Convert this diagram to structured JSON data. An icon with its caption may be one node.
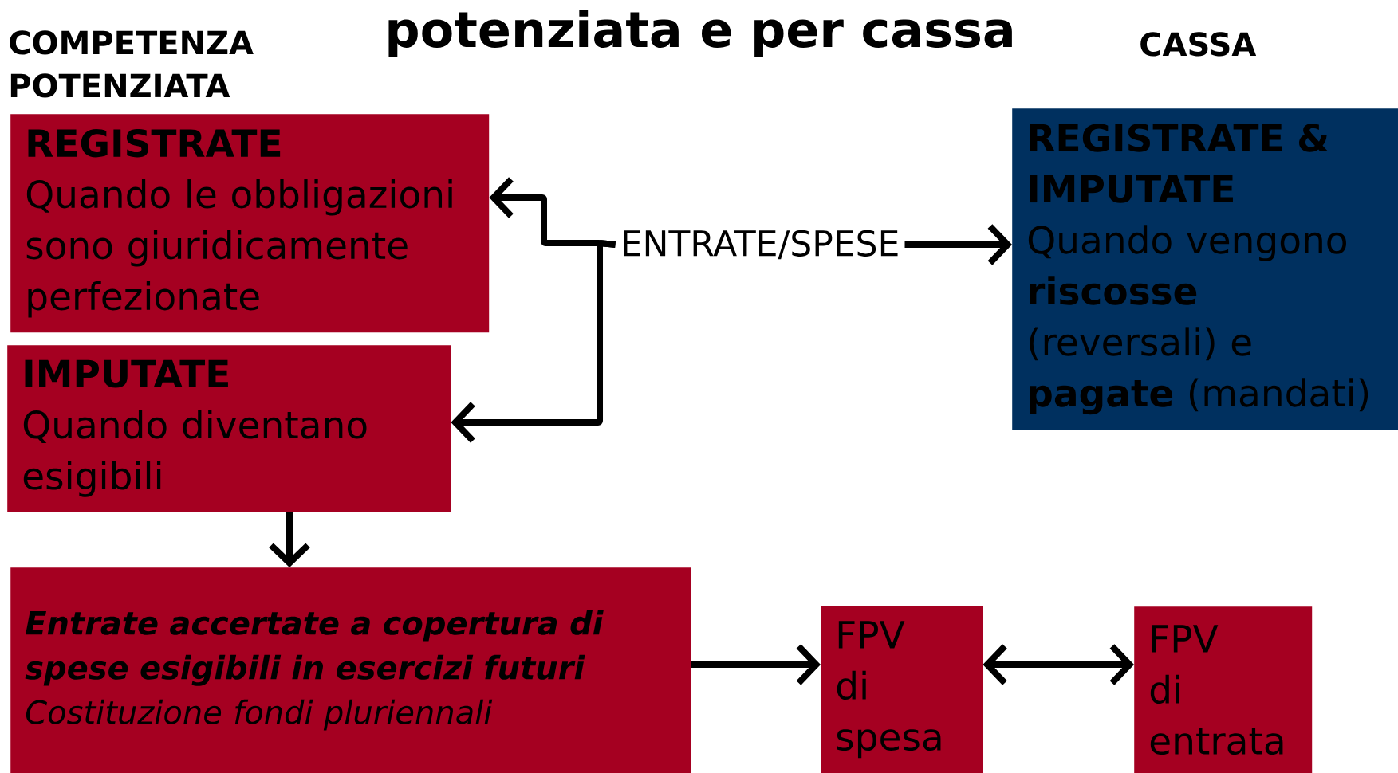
{
  "diagram": {
    "title": "potenziata e per cassa",
    "nodes": [
      {
        "text": [
          "REGISTRATE",
          "Quando le obbligazioni sono giuridicamente perfezionate"
        ]
      },
      {
        "text": [
          "IMPUTATE",
          "Quando diventano esigibili"
        ]
      },
      {
        "text": [
          "ENTRATE/SPESE"
        ]
      },
      {
        "text": [
          "REGISTRATE & IMPUTATE",
          "Quando vengono **riscosse** (reversali) e **pagate** (mandati)"
        ]
      },
      {
        "text": [
          "Entrate accertate a copertura di spese esigibili in esercizi futuri",
          "Costituzione fondi pluriennali"
        ]
      },
      {
        "text": [
          "FPV di spesa"
        ]
      },
      {
        "text": [
          "FPV di entrata"
        ]
      }
    ],
    "edges": [
      {
        "from": 2,
        "to": 0,
        "arrow": "to"
      },
      {
        "from": 2,
        "to": 1,
        "arrow": "to"
      },
      {
        "from": 2,
        "to": 3,
        "arrow": "to"
      },
      {
        "from": 1,
        "to": 4,
        "arrow": "to"
      },
      {
        "from": 4,
        "to": 5,
        "arrow": "to"
      },
      {
        "from": 5,
        "to": 6,
        "arrow": "both"
      }
    ],
    "labels": [
      "COMPETENZA POTENZIATA",
      "CASSA"
    ]
  }
}
